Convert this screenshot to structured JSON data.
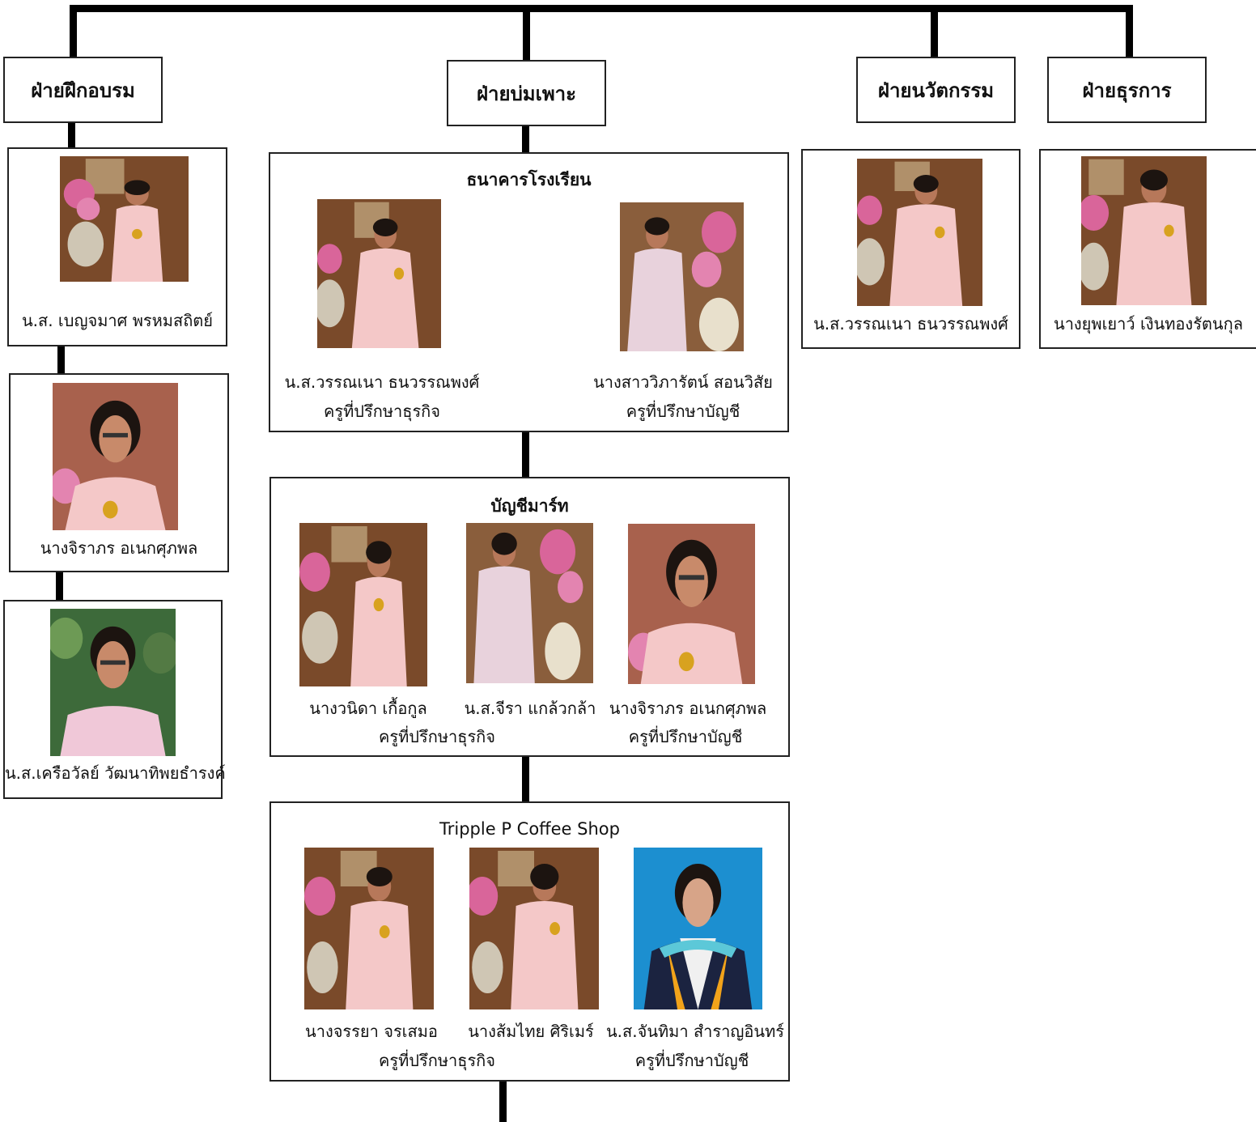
{
  "departments": {
    "training": "ฝ่ายฝึกอบรม",
    "incubation": "ฝ่ายบ่มเพาะ",
    "innovation": "ฝ่ายนวัตกรรม",
    "business": "ฝ่ายธุรการ"
  },
  "training_staff": [
    {
      "name": "น.ส. เบญจมาศ  พรหมสถิตย์"
    },
    {
      "name": "นางจิราภร  อเนกศุภพล"
    },
    {
      "name": "น.ส.เครือวัลย์ วัฒนาทิพยธำรงค์"
    }
  ],
  "innovation_staff": {
    "name": "น.ส.วรรณเนา   ธนวรรณพงศ์"
  },
  "business_staff": {
    "name": "นางยุพเยาว์ เงินทองรัตนกุล"
  },
  "groups": {
    "school_bank": {
      "title": "ธนาคารโรงเรียน",
      "members": [
        {
          "name": "น.ส.วรรณเนา   ธนวรรณพงศ์",
          "role": "ครูที่ปรึกษาธุรกิจ"
        },
        {
          "name": "นางสาววิภารัตน์  สอนวิสัย",
          "role": "ครูที่ปรึกษาบัญชี"
        }
      ]
    },
    "account_mart": {
      "title": "บัญชีมาร์ท",
      "members": [
        {
          "name": "นางวนิดา  เกื้อกูล"
        },
        {
          "name": "น.ส.จีรา  แกล้วกล้า"
        },
        {
          "name": "นางจิราภร อเนกศุภพล"
        }
      ],
      "role_business": "ครูที่ปรึกษาธุรกิจ",
      "role_account": "ครูที่ปรึกษาบัญชี"
    },
    "coffee_shop": {
      "title": "Tripple P Coffee Shop",
      "members": [
        {
          "name": "นางจรรยา จรเสมอ"
        },
        {
          "name": "นางส้มไทย  ศิริเมร์"
        },
        {
          "name": "น.ส.จันทิมา สำราญอินทร์"
        }
      ],
      "role_business": "ครูที่ปรึกษาธุรกิจ",
      "role_account": "ครูที่ปรึกษาบัญชี"
    }
  },
  "photo_palette": {
    "wall": "#7a4a2a",
    "uniform": "#f4c8c8",
    "flower": "#d9659a",
    "vase": "#cfc6b4",
    "skin": "#b7785a",
    "hair": "#1c1410",
    "blue_bg": "#1c8fd0",
    "gown": "#1b2340"
  }
}
